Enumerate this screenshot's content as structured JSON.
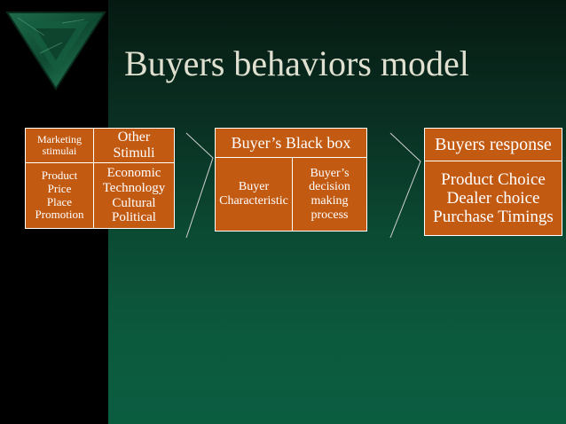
{
  "title": "Buyers behaviors model",
  "stimuli": {
    "marketing_header": "Marketing\nstimulai",
    "other_header": "Other\nStimuli",
    "marketing_items": "Product\nPrice\nPlace\nPromotion",
    "other_items": "Economic\nTechnology\nCultural\nPolitical"
  },
  "black_box": {
    "header": "Buyer’s Black box",
    "characteristics": "Buyer\nCharacteristic",
    "decision": "Buyer’s\ndecision\nmaking\nprocess"
  },
  "response": {
    "header": "Buyers response",
    "items": "Product Choice\nDealer choice\nPurchase Timings"
  },
  "colors": {
    "box_fill": "#c25a12",
    "box_border": "#ffffff",
    "title_text": "#e0e0d0"
  }
}
